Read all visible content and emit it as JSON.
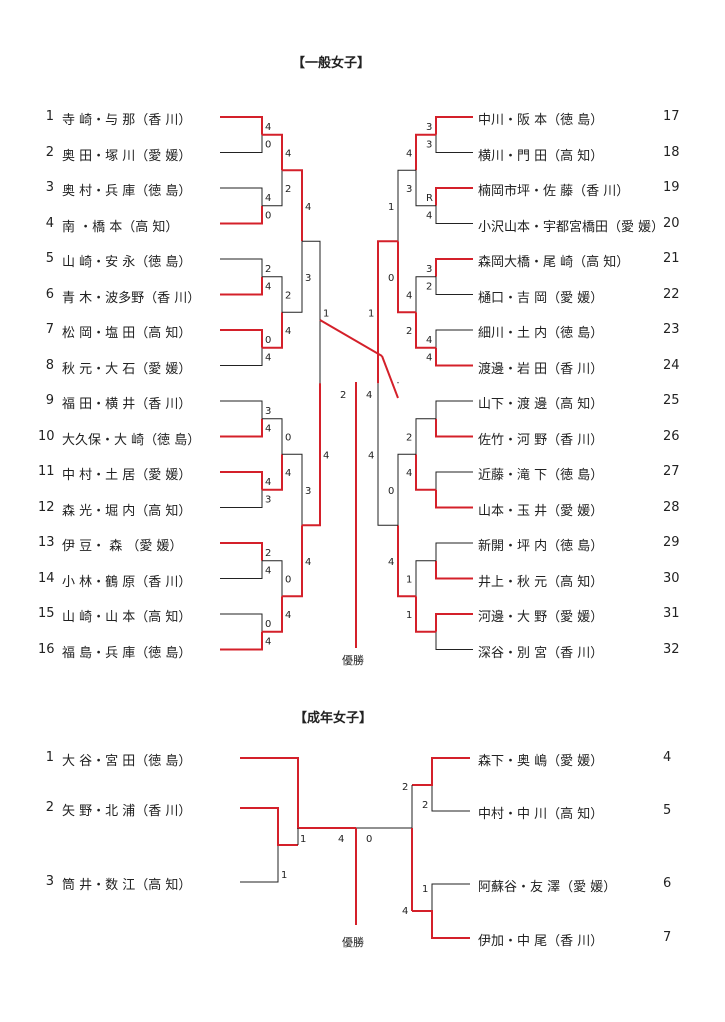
{
  "general": {
    "title": "【一般女子】",
    "left": [
      {
        "no": "1",
        "name": "寺 崎・与 那（香 川）"
      },
      {
        "no": "2",
        "name": "奥 田・塚 川（愛 媛）"
      },
      {
        "no": "3",
        "name": "奥 村・兵 庫（徳 島）"
      },
      {
        "no": "4",
        "name": "南 ・橋 本（高 知）"
      },
      {
        "no": "5",
        "name": "山 崎・安 永（徳 島）"
      },
      {
        "no": "6",
        "name": "青 木・波多野（香 川）"
      },
      {
        "no": "7",
        "name": "松 岡・塩 田（高 知）"
      },
      {
        "no": "8",
        "name": "秋 元・大 石（愛 媛）"
      },
      {
        "no": "9",
        "name": "福 田・横 井（香 川）"
      },
      {
        "no": "10",
        "name": "大久保・大 崎（徳 島）"
      },
      {
        "no": "11",
        "name": "中 村・土 居（愛 媛）"
      },
      {
        "no": "12",
        "name": "森 光・堀 内（高 知）"
      },
      {
        "no": "13",
        "name": "伊 豆・ 森 （愛 媛）"
      },
      {
        "no": "14",
        "name": "小 林・鶴 原（香 川）"
      },
      {
        "no": "15",
        "name": "山 崎・山 本（高 知）"
      },
      {
        "no": "16",
        "name": "福 島・兵 庫（徳 島）"
      }
    ],
    "right": [
      {
        "no": "17",
        "name": "中川・阪 本（徳 島）"
      },
      {
        "no": "18",
        "name": "横川・門 田（高 知）"
      },
      {
        "no": "19",
        "name": "楠岡市坪・佐 藤（香 川）"
      },
      {
        "no": "20",
        "name": "小沢山本・宇都宮橋田（愛 媛）"
      },
      {
        "no": "21",
        "name": "森岡大橋・尾 崎（高 知）"
      },
      {
        "no": "22",
        "name": "樋口・吉 岡（愛 媛）"
      },
      {
        "no": "23",
        "name": "細川・土 内（徳 島）"
      },
      {
        "no": "24",
        "name": "渡邊・岩 田（香 川）"
      },
      {
        "no": "25",
        "name": "山下・渡 邊（高 知）"
      },
      {
        "no": "26",
        "name": "佐竹・河 野（香 川）"
      },
      {
        "no": "27",
        "name": "近藤・滝 下（徳 島）"
      },
      {
        "no": "28",
        "name": "山本・玉 井（愛 媛）"
      },
      {
        "no": "29",
        "name": "新開・坪 内（徳 島）"
      },
      {
        "no": "30",
        "name": "井上・秋 元（高 知）"
      },
      {
        "no": "31",
        "name": "河邊・大 野（愛 媛）"
      },
      {
        "no": "32",
        "name": "深谷・別 宮（香 川）"
      }
    ],
    "scores": {
      "l1": [
        "4",
        "0",
        "4",
        "0",
        "2",
        "4",
        "0",
        "4",
        "3",
        "4",
        "4",
        "3",
        "2",
        "4",
        "0",
        "4"
      ],
      "l2": [
        "4",
        "2",
        "2",
        "4",
        "0",
        "4",
        "0",
        "4"
      ],
      "l3": [
        "4",
        "3",
        "3",
        "4"
      ],
      "l4": [
        "1",
        "4"
      ],
      "final_left": "2",
      "final_right": "4",
      "r4": [
        "1",
        "4"
      ],
      "r3": [
        "1",
        "0",
        "0",
        "4"
      ],
      "r2": [
        "4",
        "3",
        "4",
        "2",
        "2",
        "4",
        "1",
        "1"
      ],
      "r1": [
        "3",
        "3",
        "R",
        "4",
        "3",
        "2",
        "4",
        "4"
      ]
    },
    "winner_label": "優勝"
  },
  "adult": {
    "title": "【成年女子】",
    "left": [
      {
        "no": "1",
        "name": "大 谷・宮 田（徳 島）"
      },
      {
        "no": "2",
        "name": "矢 野・北 浦（香 川）"
      },
      {
        "no": "3",
        "name": "筒 井・数 江（高 知）"
      }
    ],
    "right": [
      {
        "no": "4",
        "name": "森下・奥 嶋（愛 媛）"
      },
      {
        "no": "5",
        "name": "中村・中 川（高 知）"
      },
      {
        "no": "6",
        "name": "阿蘇谷・友 澤（愛 媛）"
      },
      {
        "no": "7",
        "name": "伊加・中 尾（香 川）"
      }
    ],
    "scores": [
      "1",
      "1",
      "4",
      "0",
      "2",
      "2",
      "1",
      "4"
    ],
    "winner_label": "優勝"
  },
  "colors": {
    "win_line": "#d4202a",
    "line": "#222222"
  }
}
